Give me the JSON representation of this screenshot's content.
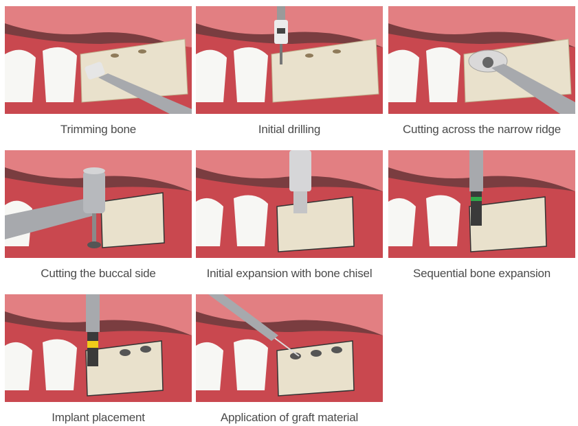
{
  "panels": [
    {
      "caption": "Trimming bone",
      "instrument": "trimming-burr"
    },
    {
      "caption": "Initial drilling",
      "instrument": "drill"
    },
    {
      "caption": "Cutting across the narrow ridge",
      "instrument": "disc-saw"
    },
    {
      "caption": "Cutting the buccal side",
      "instrument": "handpiece-saw"
    },
    {
      "caption": "Initial expansion with bone chisel",
      "instrument": "bone-chisel"
    },
    {
      "caption": "Sequential bone expansion",
      "instrument": "expander-green"
    },
    {
      "caption": "Implant placement",
      "instrument": "implant-driver-yellow"
    },
    {
      "caption": "Application of graft material",
      "instrument": "graft-syringe"
    }
  ],
  "colors": {
    "gum": "#c9484f",
    "gum_light": "#e98b88",
    "bone": "#e9e1cc",
    "tooth": "#f7f7f4",
    "metal": "#a7a9ad",
    "caption_text": "#4a4a4a"
  }
}
